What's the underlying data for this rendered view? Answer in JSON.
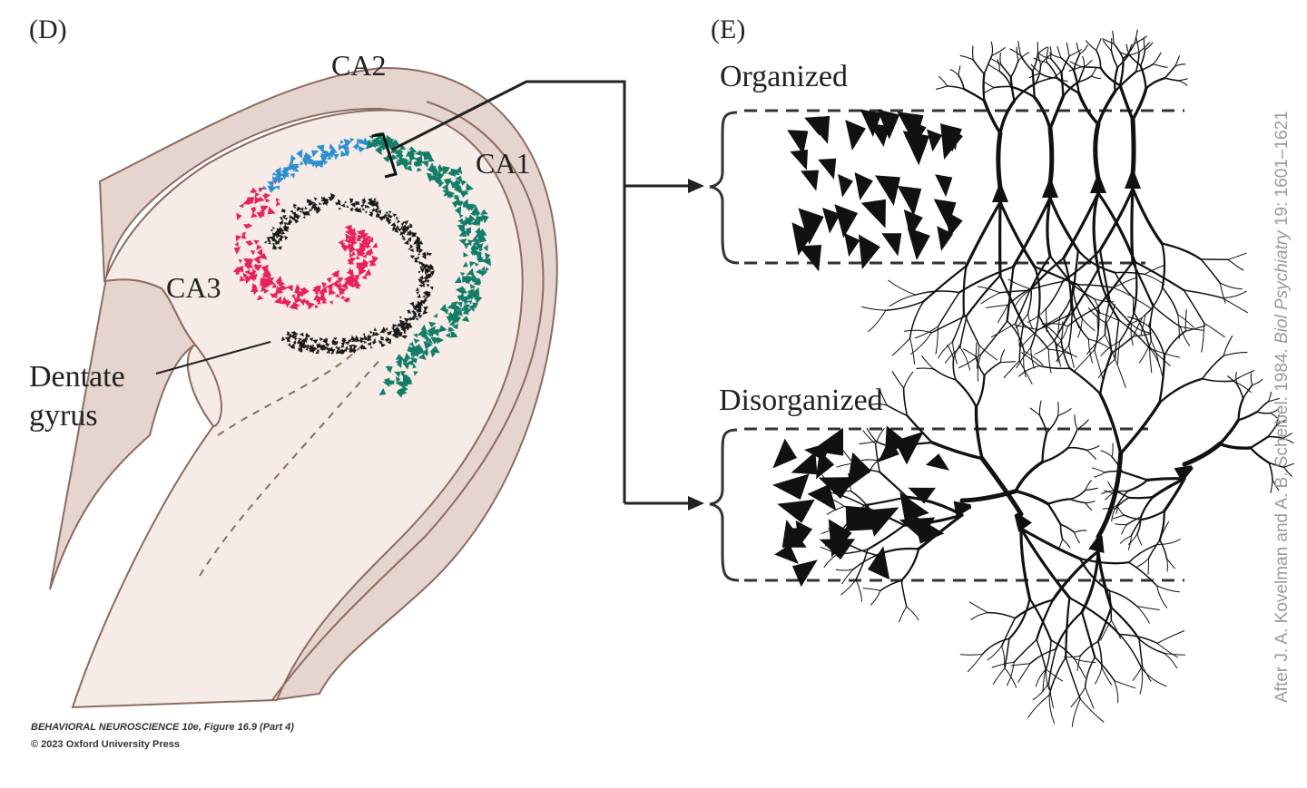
{
  "panels": {
    "d_label": "(D)",
    "e_label": "(E)"
  },
  "hippocampus": {
    "ca2": "CA2",
    "ca1": "CA1",
    "ca3": "CA3",
    "dentate_line1": "Dentate",
    "dentate_line2": "gyrus"
  },
  "organization": {
    "organized": "Organized",
    "disorganized": "Disorganized"
  },
  "credit": {
    "prefix": "After J. A. Kovelman and A. B. Scheibel. 1984. ",
    "journal": "Biol Psychiatry",
    "suffix": " 19: 1601–1621"
  },
  "footer": {
    "book": "BEHAVIORAL NEUROSCIENCE 10e",
    "figure": ", Figure 16.9 (Part 4)",
    "copyright": "© 2023 Oxford University Press"
  },
  "colors": {
    "tissue_outer": "#e6d5ce",
    "tissue_inner": "#f6ebe7",
    "outline": "#8c6c60",
    "ca1": "#137d68",
    "ca2": "#2f8fcf",
    "ca3": "#e8215e",
    "dentate": "#1a1a1a",
    "neuron": "#111111"
  }
}
